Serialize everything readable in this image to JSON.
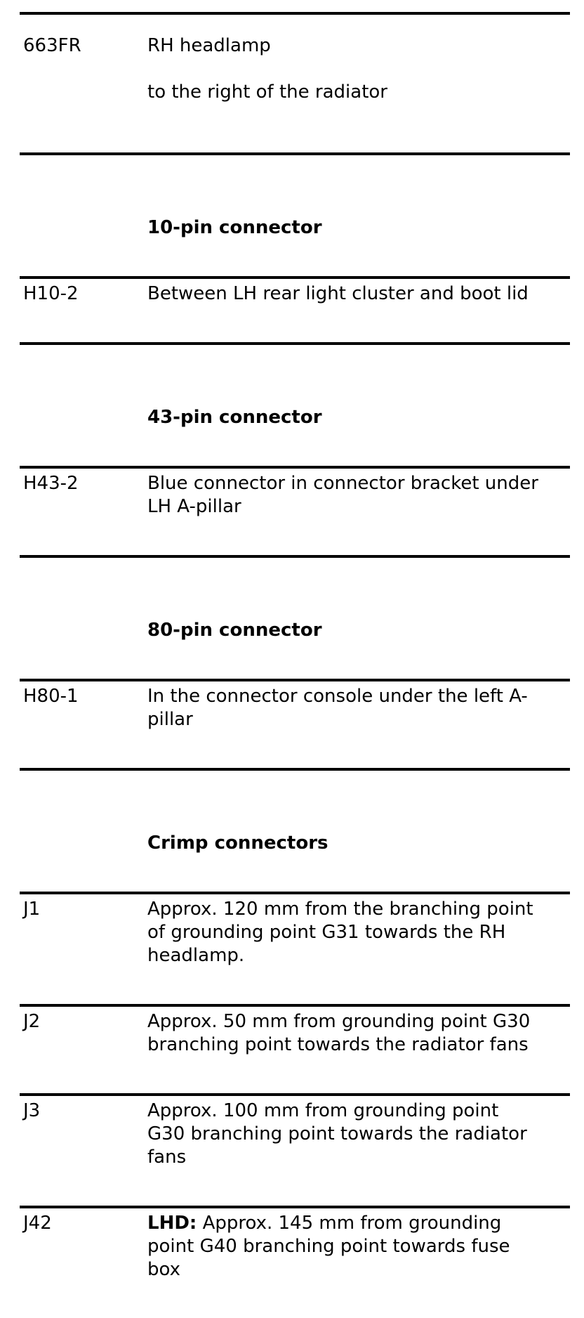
{
  "document": {
    "kind": "connector-location-table",
    "background_color": "#ffffff",
    "text_color": "#000000",
    "rule_color": "#000000"
  },
  "table": {
    "columns": [
      "code",
      "location"
    ],
    "items": [
      {
        "type": "rule"
      },
      {
        "type": "row",
        "variant": "first",
        "code": "663FR",
        "lines": [
          [
            {
              "text": "RH headlamp",
              "bold": false
            }
          ],
          [],
          [
            {
              "text": "to the right of the radiator",
              "bold": false
            }
          ]
        ]
      },
      {
        "type": "rule"
      },
      {
        "type": "header",
        "label": "10-pin connector"
      },
      {
        "type": "rule"
      },
      {
        "type": "row",
        "code": "H10-2",
        "lines": [
          [
            {
              "text": "Between LH rear light cluster and boot lid",
              "bold": false
            }
          ]
        ]
      },
      {
        "type": "rule"
      },
      {
        "type": "header",
        "label": "43-pin connector"
      },
      {
        "type": "rule"
      },
      {
        "type": "row",
        "code": "H43-2",
        "lines": [
          [
            {
              "text": "Blue connector in connector bracket under",
              "bold": false
            }
          ],
          [
            {
              "text": "LH A-pillar",
              "bold": false
            }
          ]
        ]
      },
      {
        "type": "rule"
      },
      {
        "type": "header",
        "label": "80-pin connector"
      },
      {
        "type": "rule"
      },
      {
        "type": "row",
        "code": "H80-1",
        "lines": [
          [
            {
              "text": "In the connector console under the left A-",
              "bold": false
            }
          ],
          [
            {
              "text": "pillar",
              "bold": false
            }
          ]
        ]
      },
      {
        "type": "rule"
      },
      {
        "type": "header",
        "label": "Crimp connectors"
      },
      {
        "type": "rule"
      },
      {
        "type": "row",
        "code": "J1",
        "lines": [
          [
            {
              "text": "Approx. 120 mm from the branching point",
              "bold": false
            }
          ],
          [
            {
              "text": "of grounding point G31 towards the RH",
              "bold": false
            }
          ],
          [
            {
              "text": "headlamp.",
              "bold": false
            }
          ]
        ]
      },
      {
        "type": "rule"
      },
      {
        "type": "row",
        "code": "J2",
        "lines": [
          [
            {
              "text": "Approx. 50 mm from grounding point G30",
              "bold": false
            }
          ],
          [
            {
              "text": "branching point towards the radiator fans",
              "bold": false
            }
          ]
        ]
      },
      {
        "type": "rule"
      },
      {
        "type": "row",
        "code": "J3",
        "lines": [
          [
            {
              "text": "Approx. 100 mm from grounding point",
              "bold": false
            }
          ],
          [
            {
              "text": "G30 branching point towards the radiator",
              "bold": false
            }
          ],
          [
            {
              "text": "fans",
              "bold": false
            }
          ]
        ]
      },
      {
        "type": "rule"
      },
      {
        "type": "row",
        "code": "J42",
        "lines": [
          [
            {
              "text": "LHD:",
              "bold": true
            },
            {
              "text": " Approx. 145 mm from grounding",
              "bold": false
            }
          ],
          [
            {
              "text": "point G40 branching point towards fuse",
              "bold": false
            }
          ],
          [
            {
              "text": "box",
              "bold": false
            }
          ]
        ]
      }
    ]
  }
}
